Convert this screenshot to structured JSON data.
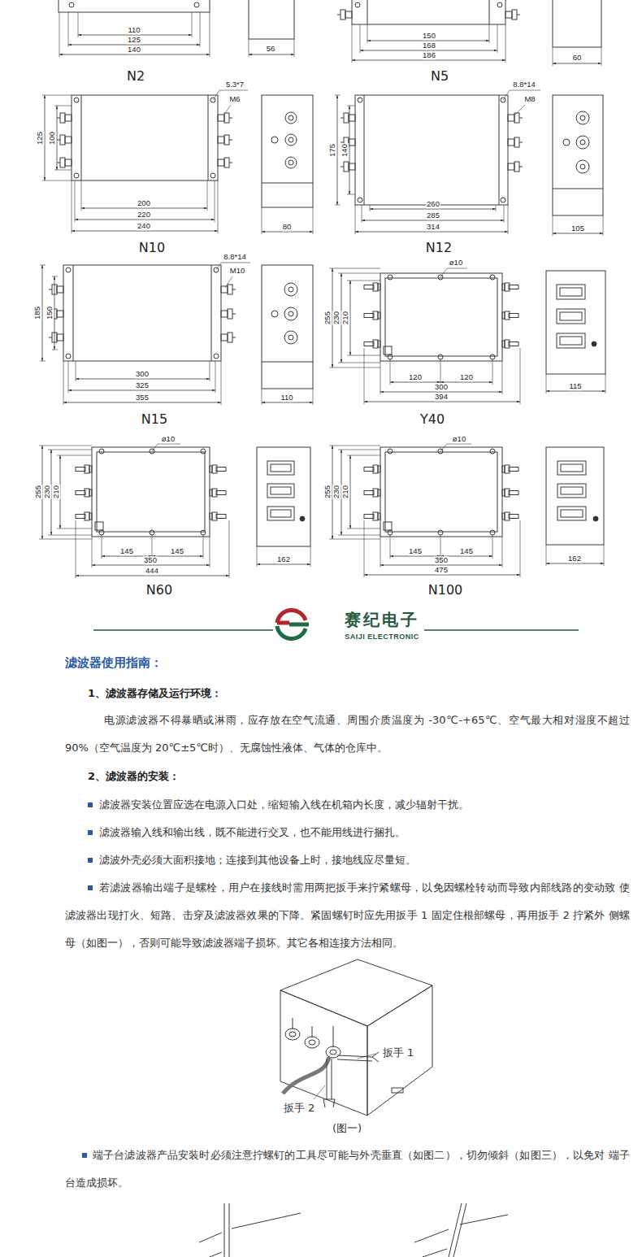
{
  "diagram": {
    "title": "滤波器使用指南：",
    "labels": [
      "110",
      "125",
      "140",
      "56",
      "150",
      "168",
      "186",
      "60",
      "N2",
      "N5",
      "5.3*7",
      "M6",
      "125",
      "100",
      "200",
      "220",
      "240",
      "80",
      "8.8*14",
      "M8",
      "175",
      "140",
      "260",
      "285",
      "314",
      "105",
      "N10",
      "N12",
      "8.8*14",
      "M10",
      "185",
      "150",
      "300",
      "325",
      "355",
      "110",
      "ø10",
      "255",
      "230",
      "210",
      "120",
      "120",
      "300",
      "394",
      "115",
      "N15",
      "Y40",
      "ø10",
      "255",
      "230",
      "210",
      "145",
      "145",
      "350",
      "444",
      "162",
      "ø10",
      "255",
      "230",
      "210",
      "145",
      "145",
      "350",
      "475",
      "162",
      "N60",
      "N100",
      "赛纪电子",
      "SAIJI ELECTRONIC",
      "1、滤波器存储及运行环境：",
      "电源滤波器不得暴晒或淋雨，应存放在空气流通、周围介质温度为 -30℃-+65℃、空气最大相对湿度不超过 90%（空气温度为 20℃±5℃时）、无腐蚀性液体、气体的仓库中。",
      "2、滤波器的安装：",
      "滤波器安装位置应选在电源入口处，缩短输入线在机箱内长度，减少辐射干扰。",
      "滤波器输入线和输出线，既不能进行交叉，也不能用线进行捆扎。",
      "滤波外壳必须大面积接地；连接到其他设备上时，接地线应尽量短。",
      "若滤波器输出端子是螺栓，用户在接线时需用两把扳手来拧紧螺母，以免因螺栓转动而导致内部线路的变动致 使滤波器出现打火、短路、击穿及滤波器效果的下降。紧固螺钉时应先用扳手 1 固定住根部螺母，再用扳手 2 拧紧外 侧螺母（如图一），否则可能导致滤波器端子损坏。其它各相连接方法相同。",
      "扳手 1",
      "扳手 2",
      "(图一)",
      "端子台滤波器产品安装时必须注意拧螺钉的工具尽可能与外壳垂直（如图二），切勿倾斜（如图三），以免对 端子台造成损坏。"
    ]
  }
}
